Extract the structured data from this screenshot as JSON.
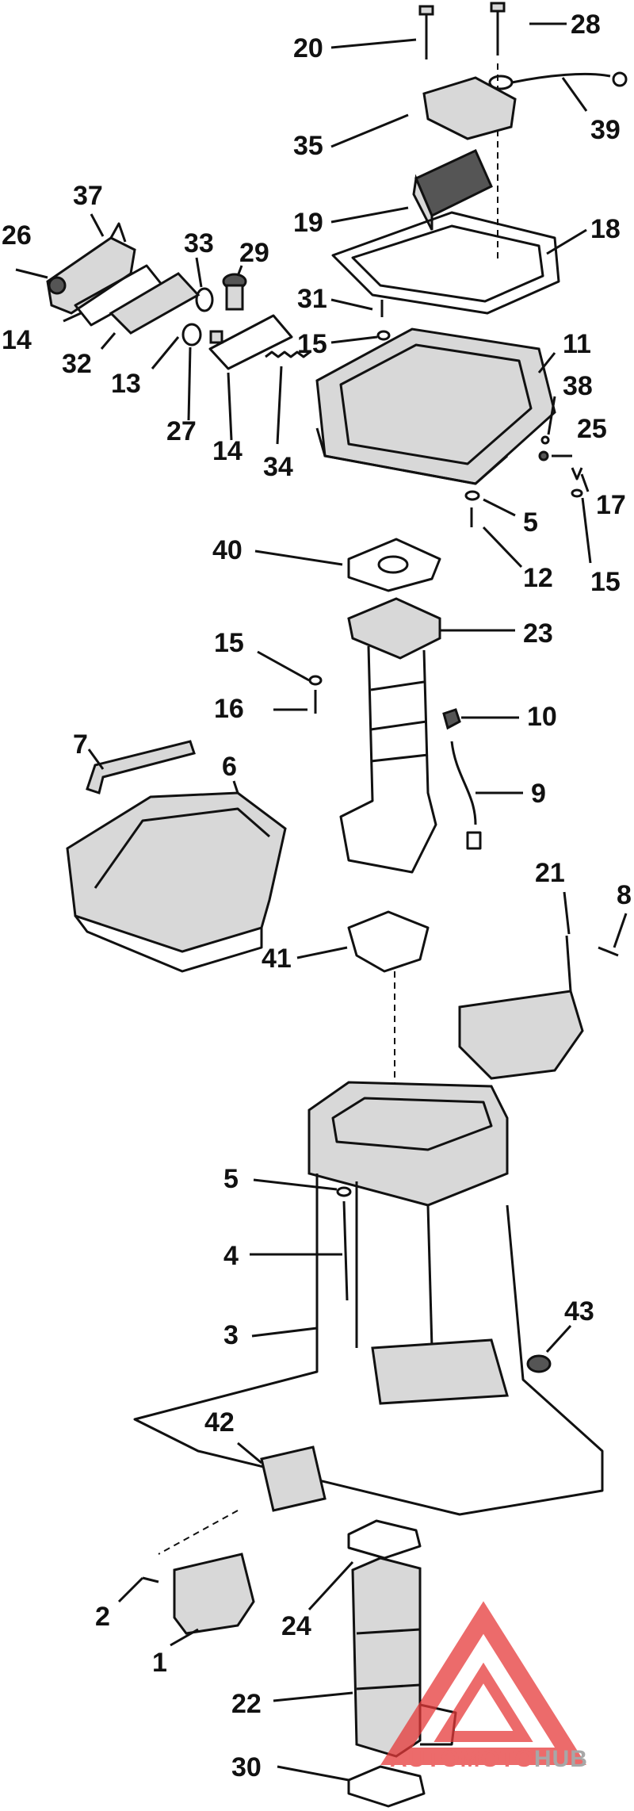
{
  "labels": [
    {
      "id": "20",
      "text": "20"
    },
    {
      "id": "28",
      "text": "28"
    },
    {
      "id": "39",
      "text": "39"
    },
    {
      "id": "35",
      "text": "35"
    },
    {
      "id": "19",
      "text": "19"
    },
    {
      "id": "18",
      "text": "18"
    },
    {
      "id": "37",
      "text": "37"
    },
    {
      "id": "26",
      "text": "26"
    },
    {
      "id": "33",
      "text": "33"
    },
    {
      "id": "29",
      "text": "29"
    },
    {
      "id": "31",
      "text": "31"
    },
    {
      "id": "15a",
      "text": "15"
    },
    {
      "id": "11",
      "text": "11"
    },
    {
      "id": "38",
      "text": "38"
    },
    {
      "id": "14a",
      "text": "14"
    },
    {
      "id": "32",
      "text": "32"
    },
    {
      "id": "13",
      "text": "13"
    },
    {
      "id": "27",
      "text": "27"
    },
    {
      "id": "14b",
      "text": "14"
    },
    {
      "id": "34",
      "text": "34"
    },
    {
      "id": "25",
      "text": "25"
    },
    {
      "id": "17",
      "text": "17"
    },
    {
      "id": "5a",
      "text": "5"
    },
    {
      "id": "12",
      "text": "12"
    },
    {
      "id": "15b",
      "text": "15"
    },
    {
      "id": "40",
      "text": "40"
    },
    {
      "id": "23",
      "text": "23"
    },
    {
      "id": "15c",
      "text": "15"
    },
    {
      "id": "16",
      "text": "16"
    },
    {
      "id": "10",
      "text": "10"
    },
    {
      "id": "7",
      "text": "7"
    },
    {
      "id": "6",
      "text": "6"
    },
    {
      "id": "9",
      "text": "9"
    },
    {
      "id": "21",
      "text": "21"
    },
    {
      "id": "8",
      "text": "8"
    },
    {
      "id": "41",
      "text": "41"
    },
    {
      "id": "5b",
      "text": "5"
    },
    {
      "id": "4",
      "text": "4"
    },
    {
      "id": "3",
      "text": "3"
    },
    {
      "id": "43",
      "text": "43"
    },
    {
      "id": "42",
      "text": "42"
    },
    {
      "id": "2",
      "text": "2"
    },
    {
      "id": "24",
      "text": "24"
    },
    {
      "id": "1",
      "text": "1"
    },
    {
      "id": "22",
      "text": "22"
    },
    {
      "id": "30",
      "text": "30"
    }
  ],
  "watermark": {
    "part1": "AUTO",
    "part2": "MOTO",
    "part3": "HUB",
    "color_red": "#e63a3a",
    "color_gray": "#8a8a8a"
  }
}
